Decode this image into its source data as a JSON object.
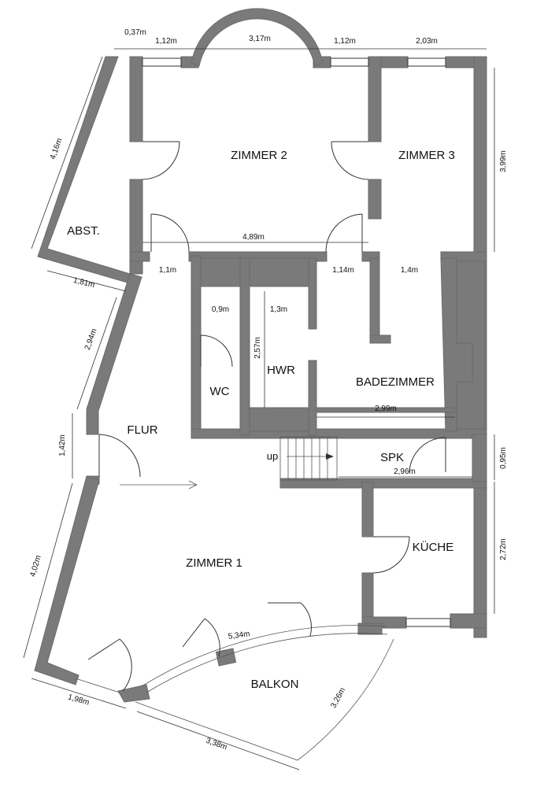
{
  "rooms": {
    "zimmer2": "ZIMMER 2",
    "zimmer3": "ZIMMER 3",
    "abst": "ABST.",
    "wc": "WC",
    "hwr": "HWR",
    "badezimmer": "BADEZIMMER",
    "flur": "FLUR",
    "spk": "SPK",
    "zimmer1": "ZIMMER 1",
    "kueche": "KÜCHE",
    "balkon": "BALKON"
  },
  "stairs_label": "up",
  "dimensions": {
    "top_037": "0,37m",
    "top_112_left": "1,12m",
    "top_317": "3,17m",
    "top_112_right": "1,12m",
    "top_203": "2,03m",
    "right_399": "3,99m",
    "left_416": "4,16m",
    "zimmer2_width": "4,89m",
    "door_11": "1,1m",
    "door_114": "1,14m",
    "door_14": "1,4m",
    "left_181": "1,81m",
    "wc_09": "0,9m",
    "hwr_13": "1,3m",
    "hwr_257": "2,57m",
    "left_294": "2,94m",
    "bad_299": "2,99m",
    "left_142": "1,42m",
    "right_095": "0,95m",
    "spk_296": "2,96m",
    "left_402": "4,02m",
    "right_272": "2,72m",
    "bay_534": "5,34m",
    "bottom_198": "1,98m",
    "bottom_338": "3,38m",
    "balkon_326": "3,26m"
  }
}
